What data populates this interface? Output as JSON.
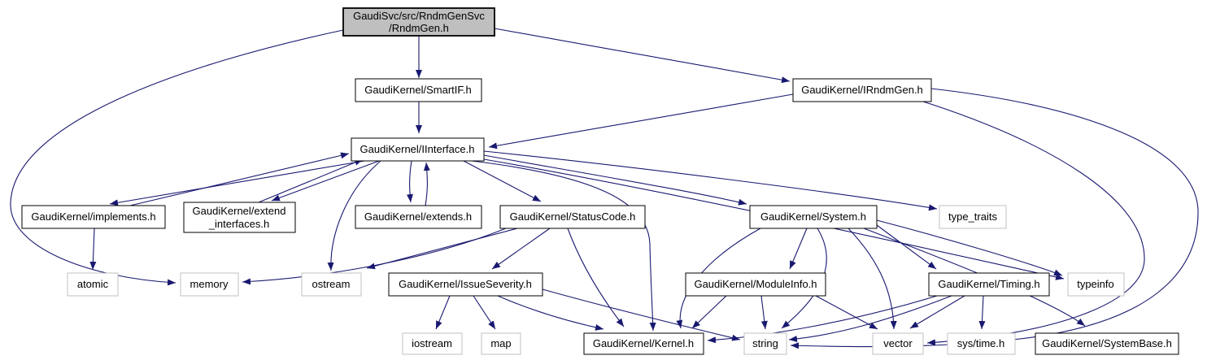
{
  "diagram": {
    "kind": "include-dependency-graph",
    "root": "GaudiSvc/src/RndmGenSvc/RndmGen.h"
  },
  "colors": {
    "edge": "#191970",
    "node_border": "#000000",
    "leaf_border": "#c0c0c0",
    "highlight_fill": "#bfbfbf",
    "node_fill": "#ffffff",
    "text": "#000000",
    "background": "#ffffff"
  },
  "nodes": {
    "rndmgen": {
      "line1": "GaudiSvc/src/RndmGenSvc",
      "line2": "/RndmGen.h"
    },
    "smartif": {
      "label": "GaudiKernel/SmartIF.h"
    },
    "irndmgen": {
      "label": "GaudiKernel/IRndmGen.h"
    },
    "iinterface": {
      "label": "GaudiKernel/IInterface.h"
    },
    "implements": {
      "label": "GaudiKernel/implements.h"
    },
    "extendinterfaces": {
      "line1": "GaudiKernel/extend",
      "line2": "_interfaces.h"
    },
    "extends": {
      "label": "GaudiKernel/extends.h"
    },
    "statuscode": {
      "label": "GaudiKernel/StatusCode.h"
    },
    "system": {
      "label": "GaudiKernel/System.h"
    },
    "typetraits": {
      "label": "type_traits"
    },
    "atomic": {
      "label": "atomic"
    },
    "memory": {
      "label": "memory"
    },
    "ostream": {
      "label": "ostream"
    },
    "issueseverity": {
      "label": "GaudiKernel/IssueSeverity.h"
    },
    "moduleinfo": {
      "label": "GaudiKernel/ModuleInfo.h"
    },
    "timing": {
      "label": "GaudiKernel/Timing.h"
    },
    "typeinfo": {
      "label": "typeinfo"
    },
    "iostream": {
      "label": "iostream"
    },
    "map": {
      "label": "map"
    },
    "kernel": {
      "label": "GaudiKernel/Kernel.h"
    },
    "string": {
      "label": "string"
    },
    "vector": {
      "label": "vector"
    },
    "systime": {
      "label": "sys/time.h"
    },
    "systembase": {
      "label": "GaudiKernel/SystemBase.h"
    }
  },
  "edges": [
    {
      "from": "rndmgen",
      "to": "smartif"
    },
    {
      "from": "rndmgen",
      "to": "irndmgen"
    },
    {
      "from": "rndmgen",
      "to": "memory"
    },
    {
      "from": "smartif",
      "to": "iinterface"
    },
    {
      "from": "irndmgen",
      "to": "iinterface"
    },
    {
      "from": "irndmgen",
      "to": "string"
    },
    {
      "from": "irndmgen",
      "to": "vector"
    },
    {
      "from": "implements",
      "to": "iinterface"
    },
    {
      "from": "iinterface",
      "to": "implements"
    },
    {
      "from": "extendinterfaces",
      "to": "iinterface"
    },
    {
      "from": "iinterface",
      "to": "extendinterfaces"
    },
    {
      "from": "iinterface",
      "to": "extends"
    },
    {
      "from": "extends",
      "to": "iinterface"
    },
    {
      "from": "iinterface",
      "to": "statuscode"
    },
    {
      "from": "iinterface",
      "to": "system"
    },
    {
      "from": "iinterface",
      "to": "typetraits"
    },
    {
      "from": "iinterface",
      "to": "typeinfo"
    },
    {
      "from": "iinterface",
      "to": "ostream"
    },
    {
      "from": "iinterface",
      "to": "kernel"
    },
    {
      "from": "statuscode",
      "to": "issueseverity"
    },
    {
      "from": "statuscode",
      "to": "ostream"
    },
    {
      "from": "statuscode",
      "to": "kernel"
    },
    {
      "from": "statuscode",
      "to": "memory"
    },
    {
      "from": "issueseverity",
      "to": "iostream"
    },
    {
      "from": "issueseverity",
      "to": "map"
    },
    {
      "from": "issueseverity",
      "to": "kernel"
    },
    {
      "from": "issueseverity",
      "to": "string"
    },
    {
      "from": "system",
      "to": "moduleinfo"
    },
    {
      "from": "system",
      "to": "timing"
    },
    {
      "from": "system",
      "to": "typeinfo"
    },
    {
      "from": "system",
      "to": "kernel"
    },
    {
      "from": "system",
      "to": "string"
    },
    {
      "from": "system",
      "to": "vector"
    },
    {
      "from": "system",
      "to": "systembase"
    },
    {
      "from": "moduleinfo",
      "to": "kernel"
    },
    {
      "from": "moduleinfo",
      "to": "string"
    },
    {
      "from": "moduleinfo",
      "to": "vector"
    },
    {
      "from": "timing",
      "to": "systime"
    },
    {
      "from": "timing",
      "to": "vector"
    },
    {
      "from": "timing",
      "to": "kernel"
    },
    {
      "from": "timing",
      "to": "string"
    },
    {
      "from": "implements",
      "to": "atomic"
    }
  ]
}
